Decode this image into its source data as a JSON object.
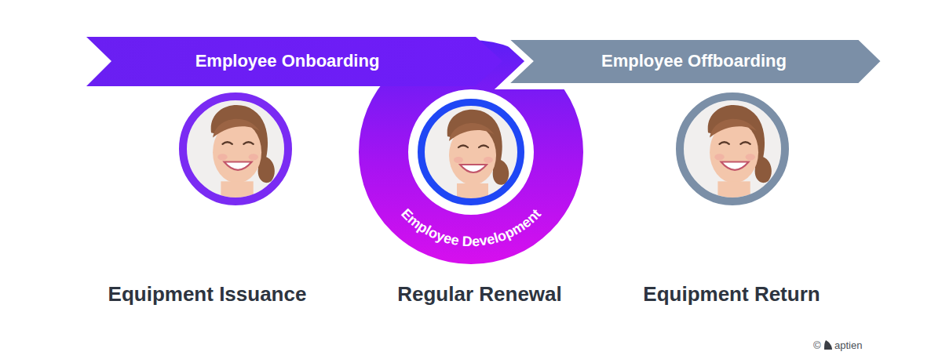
{
  "diagram": {
    "nodes": [
      {
        "text": [
          "Employee Onboarding"
        ]
      },
      {
        "text": [
          "Employee Offboarding"
        ]
      },
      {
        "text": [
          "Equipment Issuance"
        ]
      },
      {
        "text": [
          "Employee Development"
        ]
      },
      {
        "text": [
          "Regular Renewal"
        ],
        "in": 3
      },
      {
        "text": [
          "Equipment Return"
        ]
      }
    ],
    "labels": [
      "©",
      "aptien"
    ]
  }
}
